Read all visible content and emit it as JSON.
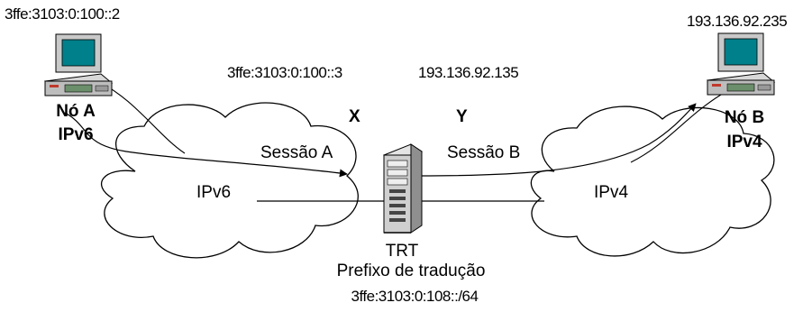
{
  "node_a": {
    "address": "3ffe:3103:0:100::2",
    "name": "Nó A",
    "protocol": "IPv6"
  },
  "node_b": {
    "address": "193.136.92.235",
    "name": "Nó B",
    "protocol": "IPv4"
  },
  "trt": {
    "ipv6_address": "3ffe:3103:0:100::3",
    "ipv4_address": "193.136.92.135",
    "left_marker": "X",
    "right_marker": "Y",
    "name": "TRT",
    "prefix_label": "Prefixo de tradução",
    "prefix": "3ffe:3103:0:108::/64"
  },
  "sessions": {
    "a": "Sessão A",
    "b": "Sessão B"
  },
  "clouds": {
    "left": "IPv6",
    "right": "IPv4"
  },
  "icons": [
    "computer-icon",
    "server-icon",
    "cloud-icon"
  ]
}
